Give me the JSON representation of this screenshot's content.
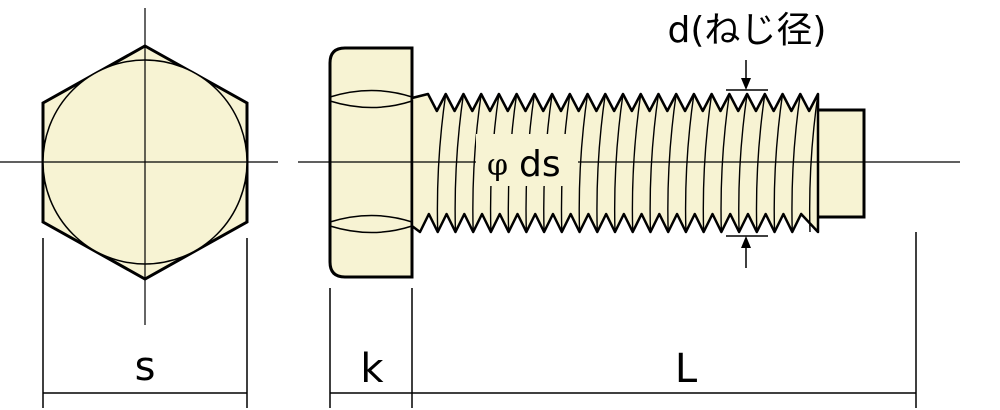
{
  "labels": {
    "s": "s",
    "k": "k",
    "L": "L",
    "phi": "φ",
    "ds": "ds",
    "d_thread": "d(ねじ径)"
  },
  "colors": {
    "fill": "#f7f3d3",
    "outline": "#000000",
    "background": "#ffffff"
  }
}
